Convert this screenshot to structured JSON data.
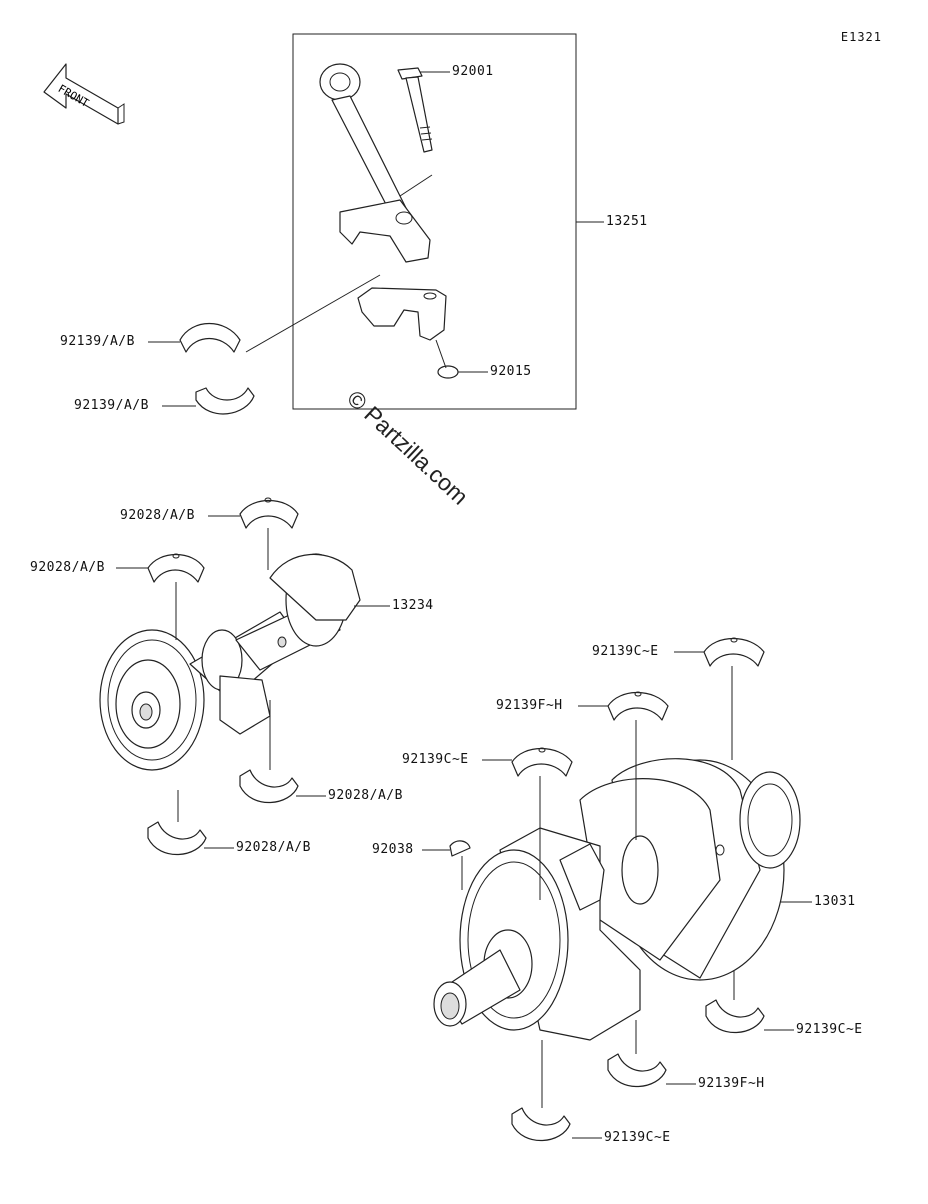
{
  "diagram_id": "E1321",
  "front_arrow_label": "FRONT",
  "watermark": "© Partzilla.com",
  "labels": {
    "p92001": "92001",
    "p13251": "13251",
    "p92015": "92015",
    "p92139_ab_1": "92139/A/B",
    "p92139_ab_2": "92139/A/B",
    "p92028_ab_1": "92028/A/B",
    "p92028_ab_2": "92028/A/B",
    "p13234": "13234",
    "p92028_ab_3": "92028/A/B",
    "p92028_ab_4": "92028/A/B",
    "p92139ce_1": "92139C~E",
    "p92139fh_1": "92139F~H",
    "p92139ce_2": "92139C~E",
    "p92038": "92038",
    "p13031": "13031",
    "p92139ce_3": "92139C~E",
    "p92139fh_2": "92139F~H",
    "p92139ce_4": "92139C~E"
  }
}
